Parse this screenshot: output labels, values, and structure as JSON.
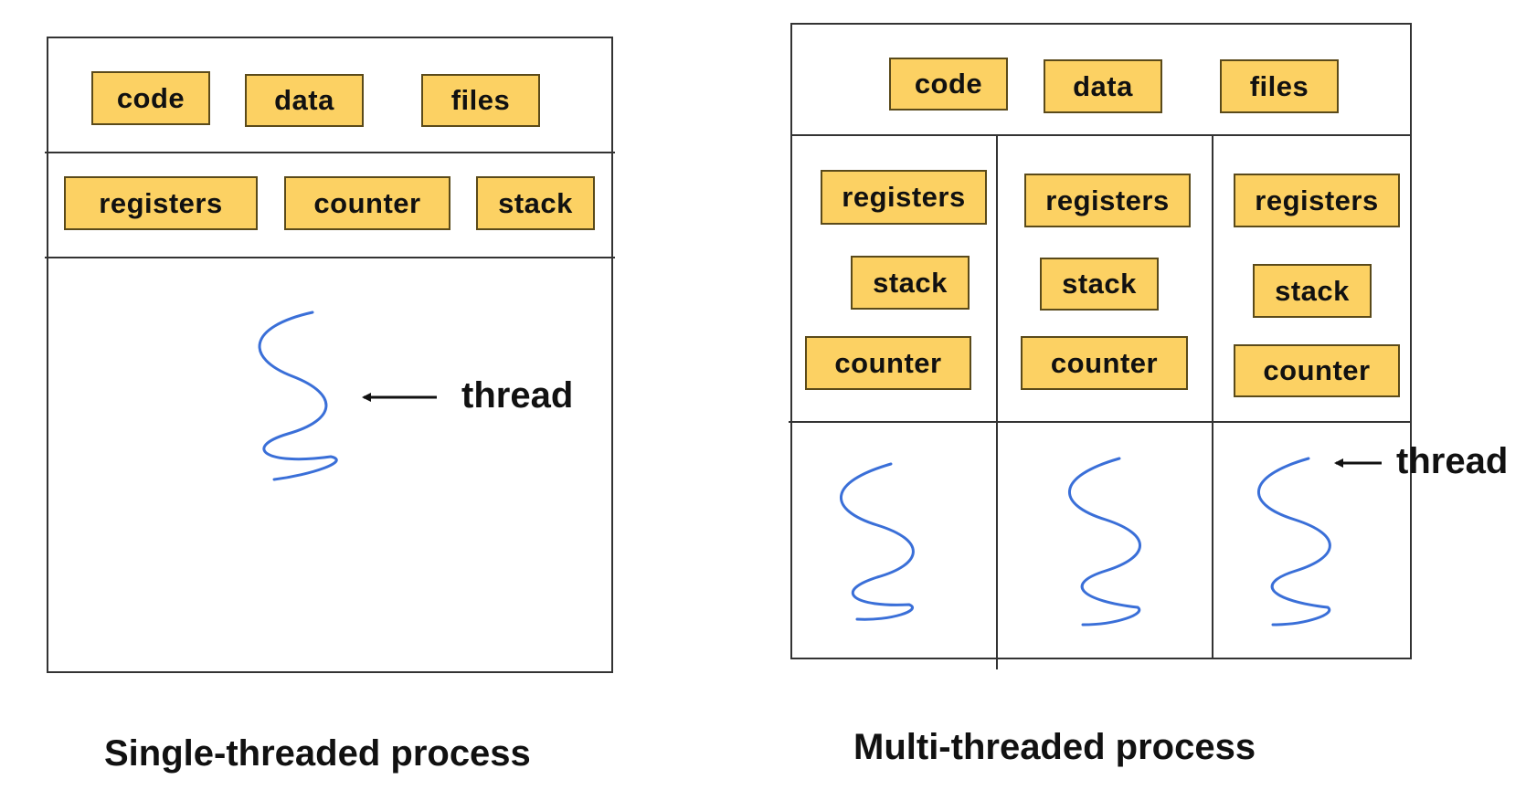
{
  "single": {
    "shared": [
      "code",
      "data",
      "files"
    ],
    "thread_resources": [
      "registers",
      "counter",
      "stack"
    ],
    "thread_label": "thread",
    "caption": "Single-threaded process"
  },
  "multi": {
    "shared": [
      "code",
      "data",
      "files"
    ],
    "threads": [
      {
        "registers": "registers",
        "stack": "stack",
        "counter": "counter"
      },
      {
        "registers": "registers",
        "stack": "stack",
        "counter": "counter"
      },
      {
        "registers": "registers",
        "stack": "stack",
        "counter": "counter"
      }
    ],
    "thread_label": "thread",
    "caption": "Multi-threaded process"
  },
  "colors": {
    "box_fill": "#fcd163",
    "thread_line": "#3a6fd8"
  }
}
